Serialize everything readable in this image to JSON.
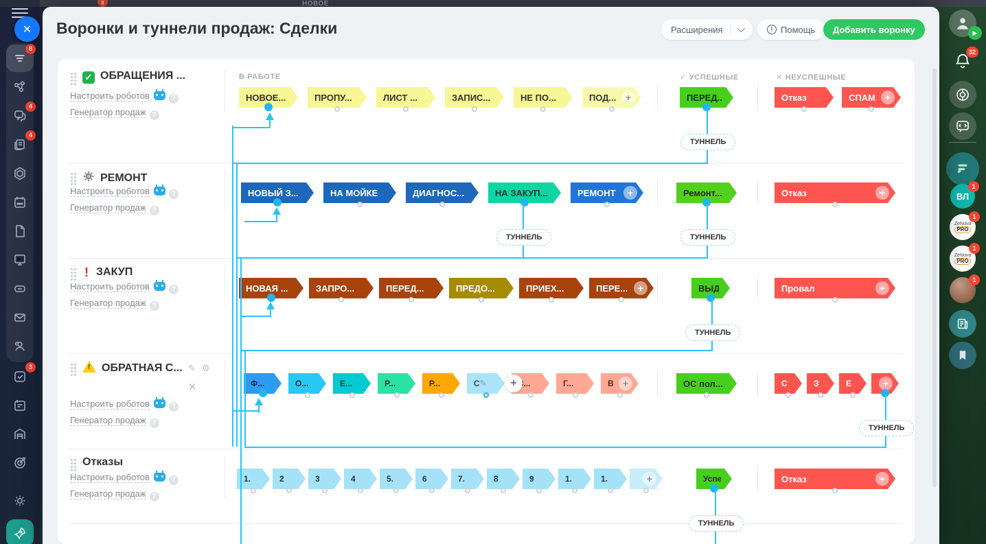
{
  "backdrop": {
    "top_text": "НОВОЕ",
    "top_badge": "8"
  },
  "header": {
    "title": "Воронки и туннели продаж: Сделки",
    "extensions_label": "Расширения",
    "help_label": "Помощь",
    "add_funnel_label": "Добавить воронку"
  },
  "columns": {
    "in_work": "В РАБОТЕ",
    "success": "УСПЕШНЫЕ",
    "fail": "НЕУСПЕШНЫЕ"
  },
  "common": {
    "robots": "Настроить роботов",
    "generator": "Генератор продаж",
    "tunnel": "ТУННЕЛЬ"
  },
  "colors": {
    "accent_green": "#2EC963",
    "tunnel_line": "#29C3F4",
    "fail_red": "#FF5550",
    "success_green": "#47CF1D"
  },
  "funnels": [
    {
      "icon": "check",
      "title": "ОБРАЩЕНИЯ ...",
      "stages": [
        {
          "label": "НОВОЕ...",
          "bg": "#F7F795",
          "fg": "#333333",
          "dot": "blue"
        },
        {
          "label": "ПРОПУ...",
          "bg": "#F7F795",
          "fg": "#333333",
          "dot": "circle"
        },
        {
          "label": "ЛИСТ ...",
          "bg": "#F7F795",
          "fg": "#333333",
          "dot": "circle"
        },
        {
          "label": "ЗАПИС...",
          "bg": "#F7F795",
          "fg": "#333333",
          "dot": "circle"
        },
        {
          "label": "НЕ ПО...",
          "bg": "#F7F795",
          "fg": "#333333",
          "dot": "circle"
        },
        {
          "label": "ПОД...",
          "bg": "#F9F9AD",
          "fg": "#333333",
          "dot": "circle",
          "plus": true
        }
      ],
      "success": [
        {
          "label": "ПЕРЕД...",
          "bg": "#47CF1D",
          "fg": "#1d2b12",
          "dot": "blue"
        }
      ],
      "fail": [
        {
          "label": "Отказ",
          "bg": "#FF5550",
          "fg": "#ffffff",
          "dot": "circle"
        },
        {
          "label": "СПАМ",
          "bg": "#FF5550",
          "fg": "#ffffff",
          "dot": "circle",
          "plus": true
        }
      ]
    },
    {
      "icon": "gear",
      "title": "РЕМОНТ",
      "stages": [
        {
          "label": "НОВЫЙ З...",
          "bg": "#1D68BA",
          "fg": "#ffffff",
          "dot": "blue"
        },
        {
          "label": "НА МОЙКЕ",
          "bg": "#1D68BA",
          "fg": "#ffffff",
          "dot": "circle"
        },
        {
          "label": "ДИАГНОС...",
          "bg": "#1D68BA",
          "fg": "#ffffff",
          "dot": "circle"
        },
        {
          "label": "НА ЗАКУП...",
          "bg": "#0DD6A3",
          "fg": "#11382b",
          "dot": "blue",
          "tunnel": true
        },
        {
          "label": "РЕМОНТ",
          "bg": "#2374D8",
          "fg": "#ffffff",
          "dot": "circle",
          "plus": true
        }
      ],
      "success": [
        {
          "label": "Ремонт...",
          "bg": "#53D01E",
          "fg": "#1d2b12",
          "dot": "blue"
        }
      ],
      "fail": [
        {
          "label": "Отказ",
          "bg": "#FF5550",
          "fg": "#ffffff",
          "dot": "circle",
          "plus": true,
          "wide": true
        }
      ]
    },
    {
      "icon": "excl",
      "title": "ЗАКУП",
      "stages": [
        {
          "label": "НОВАЯ ...",
          "bg": "#A8430D",
          "fg": "#ffffff",
          "dot": "blue"
        },
        {
          "label": "ЗАПРО...",
          "bg": "#A8430D",
          "fg": "#ffffff",
          "dot": "circle"
        },
        {
          "label": "ПЕРЕД...",
          "bg": "#A8430D",
          "fg": "#ffffff",
          "dot": "circle"
        },
        {
          "label": "ПРЕДО...",
          "bg": "#A68B04",
          "fg": "#ffffff",
          "dot": "circle"
        },
        {
          "label": "ПРИЕХ...",
          "bg": "#A8430D",
          "fg": "#ffffff",
          "dot": "circle"
        },
        {
          "label": "ПЕРЕ...",
          "bg": "#A8430D",
          "fg": "#ffffff",
          "dot": "circle",
          "plus": true
        }
      ],
      "success": [
        {
          "label": "ВЫДАН",
          "bg": "#47CF1D",
          "fg": "#1d2b12",
          "dot": "blue"
        }
      ],
      "fail": [
        {
          "label": "Провал",
          "bg": "#FF5550",
          "fg": "#ffffff",
          "dot": "circle",
          "plus": true,
          "wide": true
        }
      ]
    },
    {
      "icon": "warn",
      "title": "ОБРАТНАЯ С...",
      "editing": true,
      "stages": [
        {
          "label": "Ф...",
          "bg": "#2C9BF2",
          "fg": "#10293d",
          "dot": "blue"
        },
        {
          "label": "О...",
          "bg": "#2AC9F5",
          "fg": "#10293d",
          "dot": "circle"
        },
        {
          "label": "Е...",
          "bg": "#00CBD1",
          "fg": "#103a3c",
          "dot": "circle"
        },
        {
          "label": "Р...",
          "bg": "#2BE2A4",
          "fg": "#0f3a2a",
          "dot": "circle"
        },
        {
          "label": "Р...",
          "bg": "#FFA800",
          "fg": "#3d2a00",
          "dot": "circle"
        },
        {
          "label": "С",
          "bg": "#ABE4FA",
          "fg": "#2c4a5a",
          "dot": "ring",
          "edit": true
        },
        {
          "label": "З...",
          "bg": "#FFA895",
          "fg": "#5a2a20",
          "dot": "circle"
        },
        {
          "label": "Г...",
          "bg": "#FFA895",
          "fg": "#5a2a20",
          "dot": "circle"
        },
        {
          "label": "В",
          "bg": "#FFA895",
          "fg": "#5a2a20",
          "dot": "circle",
          "plus": true
        }
      ],
      "success": [
        {
          "label": "ОС пол...",
          "bg": "#47CF1D",
          "fg": "#1d2b12",
          "dot": "circle"
        }
      ],
      "fail": [
        {
          "label": "С",
          "bg": "#FF5550",
          "fg": "#ffffff",
          "dot": "circle"
        },
        {
          "label": "З",
          "bg": "#FF5550",
          "fg": "#ffffff",
          "dot": "circle"
        },
        {
          "label": "Е",
          "bg": "#FF5550",
          "fg": "#ffffff",
          "dot": "circle"
        },
        {
          "label": "",
          "bg": "#FF5550",
          "fg": "#ffffff",
          "dot": "blue",
          "plus": true
        }
      ]
    },
    {
      "icon": "none",
      "title": "Отказы",
      "stages": [
        {
          "label": "1.",
          "bg": "#A5E2F8",
          "fg": "#223a46",
          "dot": "circle"
        },
        {
          "label": "2",
          "bg": "#A5E2F8",
          "fg": "#223a46",
          "dot": "circle"
        },
        {
          "label": "3",
          "bg": "#A5E2F8",
          "fg": "#223a46",
          "dot": "circle"
        },
        {
          "label": "4",
          "bg": "#A5E2F8",
          "fg": "#223a46",
          "dot": "circle"
        },
        {
          "label": "5.",
          "bg": "#A5E2F8",
          "fg": "#223a46",
          "dot": "circle"
        },
        {
          "label": "6",
          "bg": "#A5E2F8",
          "fg": "#223a46",
          "dot": "circle"
        },
        {
          "label": "7.",
          "bg": "#A5E2F8",
          "fg": "#223a46",
          "dot": "circle"
        },
        {
          "label": "8",
          "bg": "#A5E2F8",
          "fg": "#223a46",
          "dot": "circle"
        },
        {
          "label": "9",
          "bg": "#A5E2F8",
          "fg": "#223a46",
          "dot": "circle"
        },
        {
          "label": "1.",
          "bg": "#A5E2F8",
          "fg": "#223a46",
          "dot": "circle"
        },
        {
          "label": "1.",
          "bg": "#A5E2F8",
          "fg": "#223a46",
          "dot": "circle"
        },
        {
          "label": "",
          "bg": "#C9ECFA",
          "fg": "#223a46",
          "dot": "circle",
          "plus": true
        }
      ],
      "success": [
        {
          "label": "Успех",
          "bg": "#47CF1D",
          "fg": "#1d2b12",
          "dot": "blue"
        }
      ],
      "fail": [
        {
          "label": "Отказ",
          "bg": "#FF5550",
          "fg": "#ffffff",
          "dot": "circle",
          "plus": true,
          "wide": true
        }
      ]
    }
  ],
  "left_sidebar": {
    "items": [
      {
        "name": "feed",
        "badge": "8",
        "active": true
      },
      {
        "name": "share",
        "badge": ""
      },
      {
        "name": "chats",
        "badge": "4"
      },
      {
        "name": "tasks",
        "badge": "4"
      },
      {
        "name": "crm-hexagon",
        "badge": ""
      },
      {
        "name": "calendar",
        "badge": ""
      },
      {
        "name": "document",
        "badge": ""
      },
      {
        "name": "board",
        "badge": ""
      },
      {
        "name": "drive",
        "badge": ""
      },
      {
        "name": "mail",
        "badge": ""
      },
      {
        "name": "people",
        "badge": ""
      },
      {
        "name": "check-tasks",
        "badge": "3"
      },
      {
        "name": "planner",
        "badge": ""
      },
      {
        "name": "warehouse",
        "badge": ""
      },
      {
        "name": "target",
        "badge": ""
      },
      {
        "name": "settings",
        "badge": ""
      },
      {
        "name": "rocket",
        "badge": ""
      }
    ]
  },
  "right_sidebar": {
    "bell_badge": "32",
    "vl_initials": "ВЛ",
    "vl_badge": "1",
    "logo_text": "ZeNova",
    "logo_sub": "PRO",
    "logo1_badge": "1",
    "logo2_badge": "1",
    "person_badge": "1"
  }
}
